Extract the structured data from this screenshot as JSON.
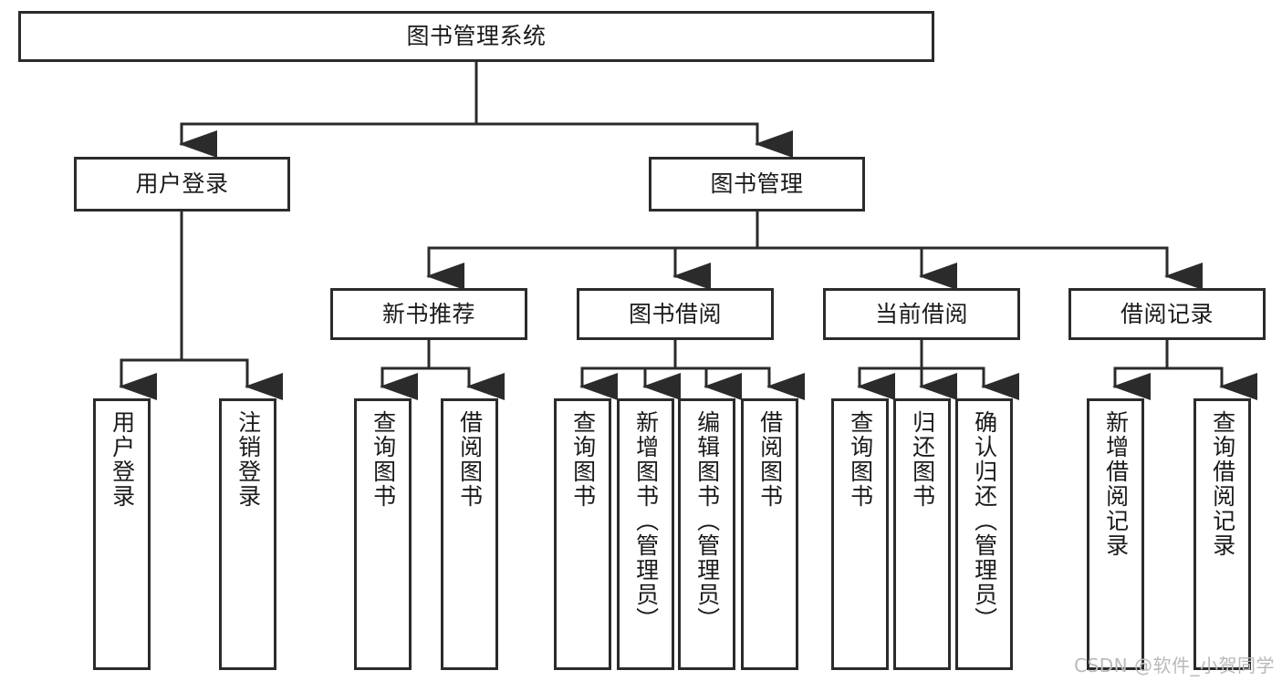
{
  "diagram": {
    "type": "tree",
    "title": "图书管理系统",
    "watermark": "CSDN @软件_小贺同学",
    "colors": {
      "stroke": "#2b2b2b",
      "fill": "#ffffff",
      "text": "#1a1a1a",
      "watermark": "#b9b9b9"
    },
    "root": {
      "label": "图书管理系统"
    },
    "level2": [
      {
        "id": "user-login",
        "label": "用户登录"
      },
      {
        "id": "book-manage",
        "label": "图书管理"
      }
    ],
    "level3": [
      {
        "id": "new-book-rec",
        "label": "新书推荐",
        "parent": "book-manage"
      },
      {
        "id": "book-borrow",
        "label": "图书借阅",
        "parent": "book-manage"
      },
      {
        "id": "current-borrow",
        "label": "当前借阅",
        "parent": "book-manage"
      },
      {
        "id": "borrow-record",
        "label": "借阅记录",
        "parent": "book-manage"
      }
    ],
    "leaves": {
      "user-login": [
        {
          "id": "leaf-user-login",
          "label": "用户登录"
        },
        {
          "id": "leaf-logout",
          "label": "注销登录"
        }
      ],
      "new-book-rec": [
        {
          "id": "leaf-query-book-1",
          "label": "查询图书"
        },
        {
          "id": "leaf-borrow-book-1",
          "label": "借阅图书"
        }
      ],
      "book-borrow": [
        {
          "id": "leaf-query-book-2",
          "label": "查询图书"
        },
        {
          "id": "leaf-add-book",
          "label": "新增图书（管理员）"
        },
        {
          "id": "leaf-edit-book",
          "label": "编辑图书（管理员）"
        },
        {
          "id": "leaf-borrow-book-2",
          "label": "借阅图书"
        }
      ],
      "current-borrow": [
        {
          "id": "leaf-query-book-3",
          "label": "查询图书"
        },
        {
          "id": "leaf-return-book",
          "label": "归还图书"
        },
        {
          "id": "leaf-confirm-return",
          "label": "确认归还（管理员）"
        }
      ],
      "borrow-record": [
        {
          "id": "leaf-add-record",
          "label": "新增借阅记录"
        },
        {
          "id": "leaf-query-record",
          "label": "查询借阅记录"
        }
      ]
    }
  }
}
